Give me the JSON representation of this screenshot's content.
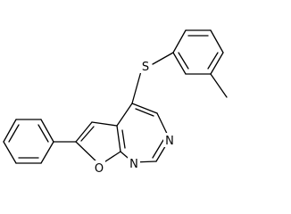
{
  "molecule": {
    "atoms": {
      "S": "S",
      "O": "O",
      "N1": "N",
      "N2": "N"
    },
    "colors": {
      "bond": "#000000",
      "background": "#ffffff"
    }
  }
}
